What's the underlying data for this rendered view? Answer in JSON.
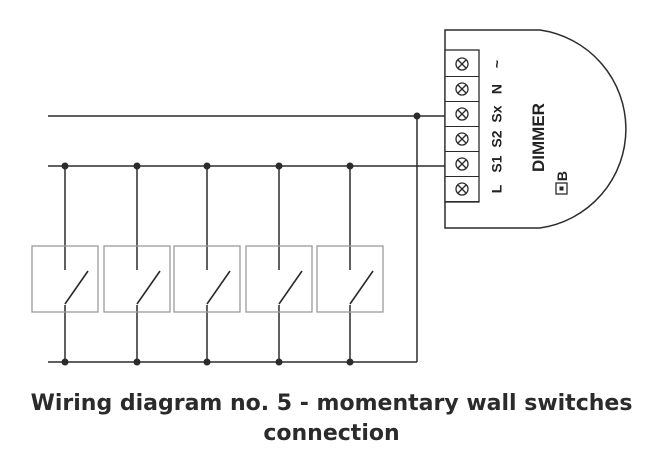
{
  "module": {
    "title": "DIMMER",
    "button_label": "B",
    "terminals": [
      "L",
      "S1",
      "S2",
      "Sx",
      "N",
      "~"
    ]
  },
  "switches": {
    "count": 5
  },
  "caption": {
    "line1": "Wiring diagram no. 5 - momentary wall switches",
    "line2": "connection"
  },
  "colors": {
    "line": "#2b2b2b",
    "switch_border": "#9a9a9a",
    "background": "#ffffff"
  }
}
